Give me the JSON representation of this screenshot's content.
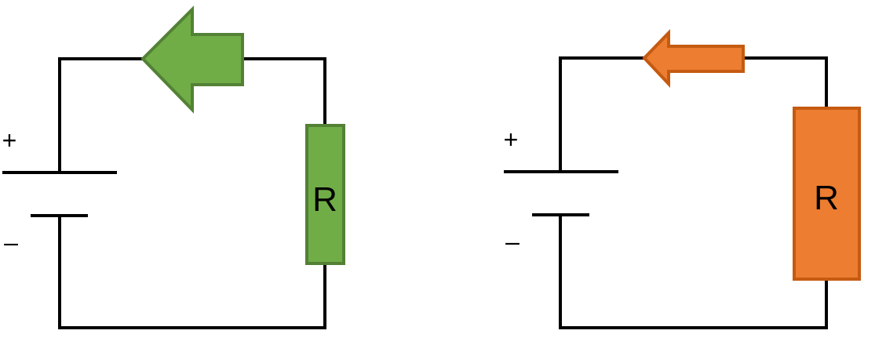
{
  "circuits": [
    {
      "id": "left",
      "battery": {
        "plus_sign": "+",
        "minus_sign": "–"
      },
      "resistor": {
        "label": "R",
        "fill": "#70AD47",
        "stroke": "#538135",
        "relative_size": "small"
      },
      "current_arrow": {
        "direction": "left",
        "fill": "#70AD47",
        "stroke": "#538135",
        "relative_size": "large"
      }
    },
    {
      "id": "right",
      "battery": {
        "plus_sign": "+",
        "minus_sign": "–"
      },
      "resistor": {
        "label": "R",
        "fill": "#ED7D31",
        "stroke": "#C55A11",
        "relative_size": "large"
      },
      "current_arrow": {
        "direction": "left",
        "fill": "#ED7D31",
        "stroke": "#C55A11",
        "relative_size": "small"
      }
    }
  ]
}
